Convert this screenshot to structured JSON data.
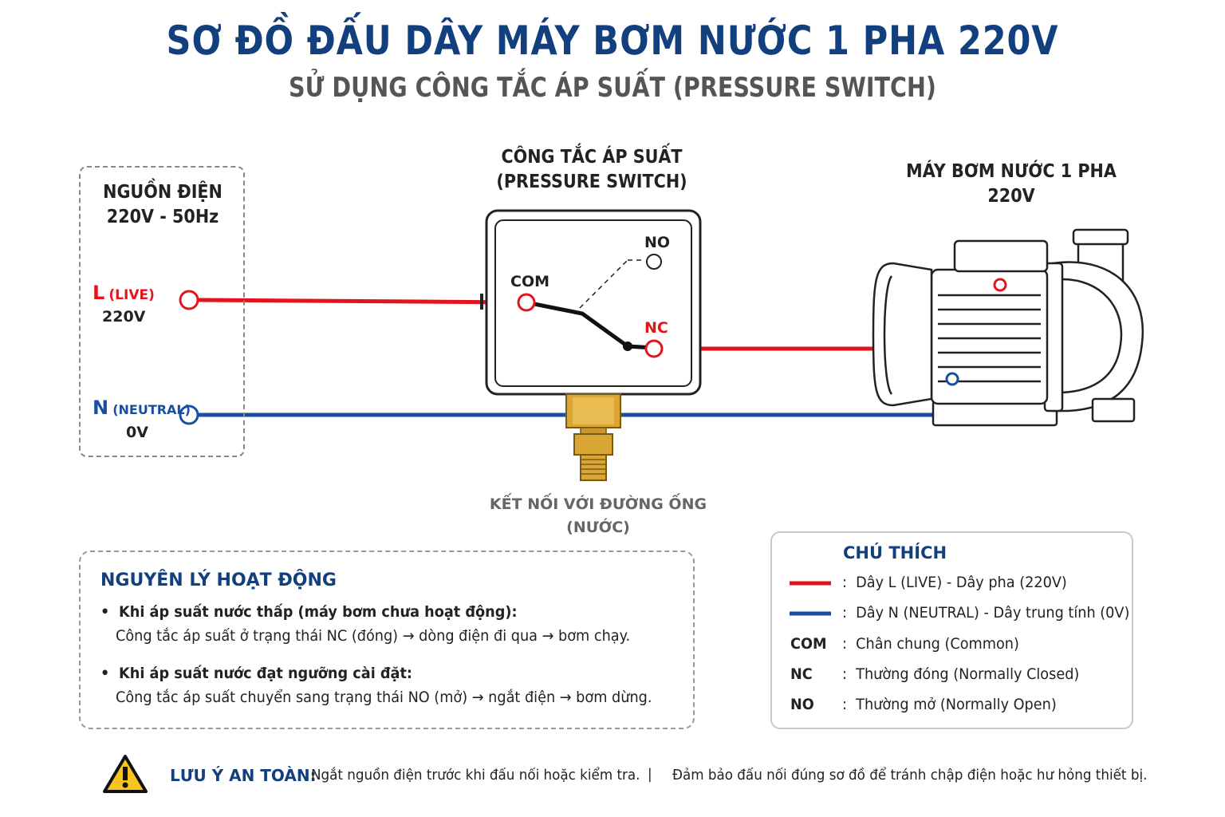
{
  "header": {
    "title": "SƠ ĐỒ ĐẤU DÂY MÁY BƠM NƯỚC 1 PHA 220V",
    "subtitle": "SỬ DỤNG CÔNG TẮC ÁP SUẤT (PRESSURE SWITCH)"
  },
  "source": {
    "title_line1": "NGUỒN ĐIỆN",
    "title_line2": "220V - 50Hz",
    "live_letter": "L",
    "live_tag": "(LIVE)",
    "live_voltage": "220V",
    "neutral_letter": "N",
    "neutral_tag": "(NEUTRAL)",
    "neutral_voltage": "0V"
  },
  "pressure_switch": {
    "title_line1": "CÔNG TẮC ÁP SUẤT",
    "title_line2": "(PRESSURE SWITCH)",
    "com": "COM",
    "no": "NO",
    "nc": "NC",
    "pipe_line1": "KẾT NỐI VỚI ĐƯỜNG ỐNG",
    "pipe_line2": "(NƯỚC)"
  },
  "pump": {
    "title_line1": "MÁY BƠM NƯỚC 1 PHA",
    "title_line2": "220V"
  },
  "principle": {
    "heading": "NGUYÊN LÝ HOẠT ĐỘNG",
    "items": [
      {
        "bullet": "•",
        "head": "Khi áp suất nước thấp (máy bơm chưa hoạt động):",
        "body": "Công tắc áp suất ở trạng thái NC (đóng) → dòng điện đi qua → bơm chạy."
      },
      {
        "bullet": "•",
        "head": "Khi áp suất nước đạt ngưỡng cài đặt:",
        "body": "Công tắc áp suất chuyển sang trạng thái NO (mở) → ngắt điện → bơm dừng."
      }
    ]
  },
  "legend": {
    "heading": "CHÚ THÍCH",
    "rows": [
      {
        "key": "",
        "sep": ":",
        "text": "Dây L (LIVE) - Dây pha (220V)"
      },
      {
        "key": "",
        "sep": ":",
        "text": "Dây N (NEUTRAL) - Dây trung tính (0V)"
      },
      {
        "key": "COM",
        "sep": ":",
        "text": "Chân chung (Common)"
      },
      {
        "key": "NC",
        "sep": ":",
        "text": "Thường đóng (Normally Closed)"
      },
      {
        "key": "NO",
        "sep": ":",
        "text": "Thường mở (Normally Open)"
      }
    ]
  },
  "safety": {
    "label": "LƯU Ý AN TOÀN:",
    "note1": "Ngắt nguồn điện trước khi đấu nối hoặc kiểm tra.",
    "divider": "|",
    "note2": "Đảm bảo đấu nối đúng sơ đồ để tránh chập điện hoặc hư hỏng thiết bị."
  },
  "colors": {
    "live": "#e3141c",
    "neutral": "#1a4fa0",
    "title": "#123f7e",
    "brass": "#d9a635"
  },
  "icons": [
    "warning-icon",
    "pump-motor-icon",
    "brass-fitting-icon"
  ]
}
